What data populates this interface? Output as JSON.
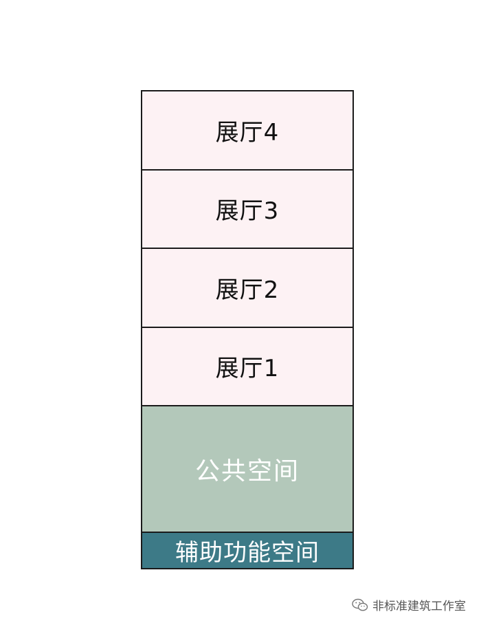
{
  "diagram": {
    "blocks": [
      {
        "label": "展厅4"
      },
      {
        "label": "展厅3"
      },
      {
        "label": "展厅2"
      },
      {
        "label": "展厅1"
      },
      {
        "label": "公共空间"
      },
      {
        "label": "辅助功能空间"
      }
    ],
    "colors": {
      "hall_fill": "#fdf2f4",
      "public_fill": "#b3c8ba",
      "aux_fill": "#3d7a87",
      "border": "#1a1a1a"
    }
  },
  "watermark": {
    "text": "非标准建筑工作室",
    "icon": "wechat-icon"
  }
}
